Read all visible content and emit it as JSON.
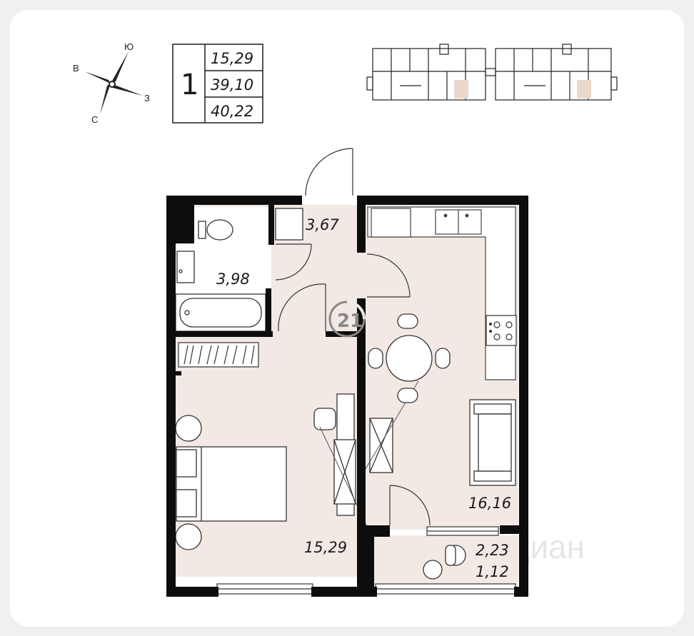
{
  "compass": {
    "north": "С",
    "south": "Ю",
    "east": "В",
    "west": "З"
  },
  "summary": {
    "rooms": "1",
    "living_area": "15,29",
    "total_area": "39,10",
    "full_area": "40,22"
  },
  "rooms": {
    "bathroom": "3,98",
    "hall": "3,67",
    "kitchen": "16,16",
    "bedroom": "15,29",
    "balcony_total": "2,23",
    "balcony_reduced": "1,12"
  },
  "logo": {
    "text": "21"
  },
  "watermark": {
    "text": "циан"
  },
  "colors": {
    "floor": "#f2e9e4",
    "wall": "#0d0d0d",
    "highlight": "#ead8cc"
  }
}
